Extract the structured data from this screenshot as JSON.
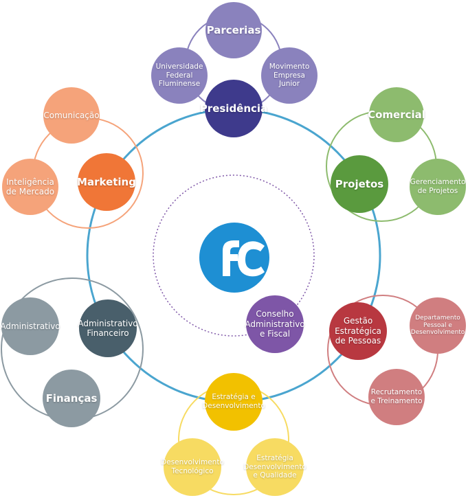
{
  "nodes": {
    "parcerias": "Parcerias",
    "universidade": "Universidade Federal Fluminense",
    "movimento": "Movimento Empresa Junior",
    "presidencia": "Presidência",
    "comercial": "Comercial",
    "projetos": "Projetos",
    "gerenciamento": "Gerenciamento de Projetos",
    "comunicacao": "Comunicação",
    "marketing": "Marketing",
    "inteligencia": "Inteligência de Mercado",
    "administrativo": "Administrativo",
    "adm_financeiro": "Administrativo Financeiro",
    "financas": "Finanças",
    "conselho": "Conselho Administrativo e Fiscal",
    "gestao": "Gestão Estratégica de Pessoas",
    "departamento": "Departamento Pessoal e Desenvolvimento",
    "recrutamento": "Recrutamento e Treinamento",
    "estrategia": "Estratégia e Desenvolvimento",
    "desenv_tecnologico": "Desenvolvimento Tecnológico",
    "estrategia_qualidade": "Estratégia Desenvolvimento e Qualidade"
  },
  "colors": {
    "ring": "#4aa5cf",
    "center_logo": "#1e8fd3",
    "presidencia": "#3e3a8c",
    "presidencia_sub": "#8a82bd",
    "projetos": "#5a9a3e",
    "projetos_sub": "#8dbb6e",
    "marketing": "#f07637",
    "marketing_sub": "#f5a37a",
    "financeiro": "#495f6b",
    "financeiro_sub": "#8c9aa2",
    "conselho": "#7e56a7",
    "gestao": "#b83840",
    "gestao_sub": "#d07e80",
    "estrategia": "#f2c100",
    "estrategia_sub": "#f7db62"
  },
  "logo": {
    "letters": "fc"
  }
}
